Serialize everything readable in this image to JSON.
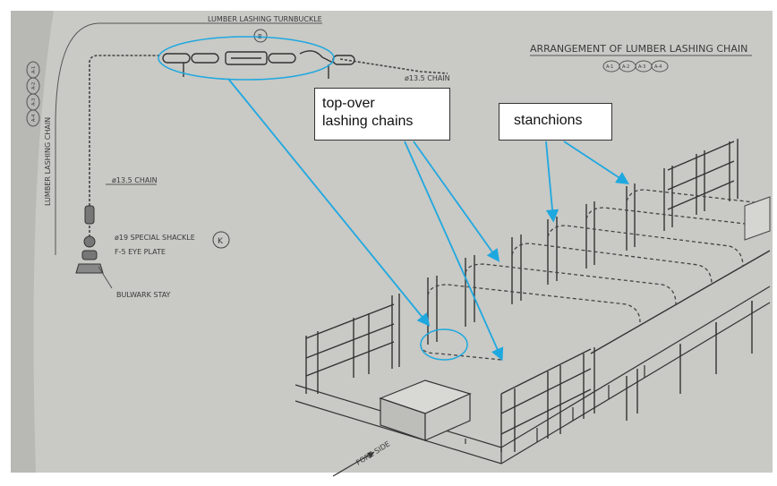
{
  "drawing": {
    "title": "ARRANGEMENT OF LUMBER LASHING CHAIN",
    "section_marks": [
      "A-1",
      "A-2",
      "A-3",
      "A-4"
    ],
    "turnbuckle_label": "LUMBER LASHING TURNBUCKLE",
    "turnbuckle_mark": "B",
    "chain_label_top": "ø13.5 CHAIN",
    "chain_label_left": "ø13.5 CHAIN",
    "shackle_label": "ø19 SPECIAL SHACKLE",
    "shackle_mark": "K",
    "eye_plate_label": "F-5 EYE PLATE",
    "bulwark_label": "BULWARK STAY",
    "vertical_label": "LUMBER LASHING CHAIN",
    "fore_side_label": "FORE SIDE"
  },
  "annotations": {
    "top_over_label_line1": "top-over",
    "top_over_label_line2": "lashing chains",
    "stanchions_label": "stanchions",
    "arrow_color": "#1ea8e0"
  }
}
